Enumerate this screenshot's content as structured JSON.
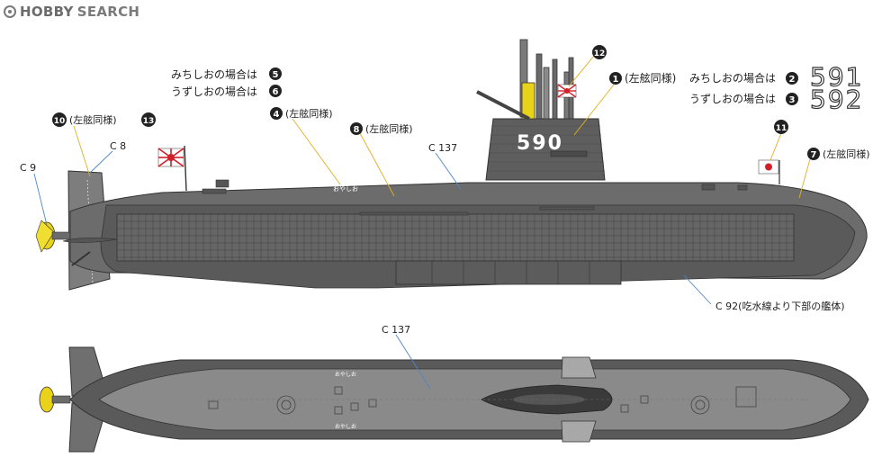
{
  "watermark": {
    "brand": "H",
    "brand_rest": "OBBY",
    "search": "SEARCH"
  },
  "hull_numbers": {
    "current": "590",
    "michishio": "591",
    "uzushio": "592"
  },
  "hull_name": "おやしお",
  "legend": {
    "michishio_case": "みちしおの場合は",
    "uzushio_case": "うずしおの場合は",
    "port_same": "(左舷同様)"
  },
  "markers": {
    "m1": "1",
    "m2": "2",
    "m3": "3",
    "m4": "4",
    "m5": "5",
    "m6": "6",
    "m7": "7",
    "m8": "8",
    "m10": "10",
    "m11": "11",
    "m12": "12",
    "m13": "13"
  },
  "color_labels": {
    "c8": "C 8",
    "c9": "C 9",
    "c137_side": "C 137",
    "c137_top": "C 137",
    "c92": "C 92(吃水線より下部の艦体)"
  },
  "colors": {
    "hull_gray": "#6c6c6c",
    "hull_dark": "#5a5a5a",
    "deck_light": "#8c8c8c",
    "propeller": "#e8d21a",
    "marker": "#222222",
    "leader_yellow": "#e0b020",
    "leader_blue": "#4f86c6",
    "ensign_red": "#d0202a"
  },
  "icons": {
    "propeller": "propeller-icon",
    "ensign": "rising-sun-ensign-icon",
    "national_flag": "hinomaru-flag-icon"
  }
}
